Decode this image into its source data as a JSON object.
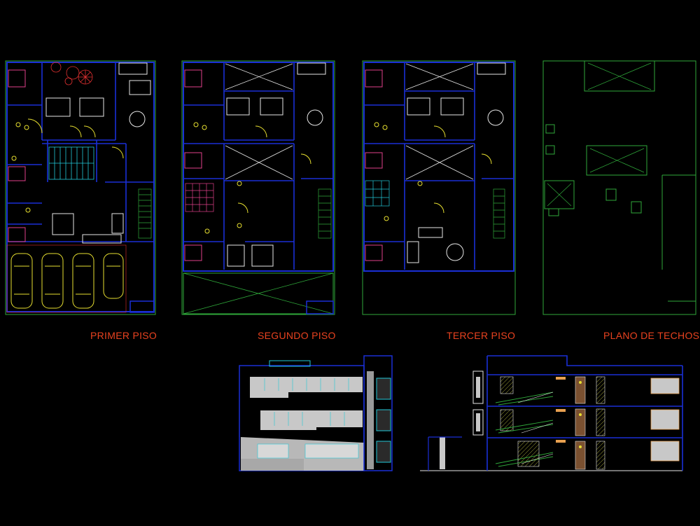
{
  "labels": {
    "primer_piso": "PRIMER PISO",
    "segundo_piso": "SEGUNDO PISO",
    "tercer_piso": "TERCER PISO",
    "plano_techos": "PLANO DE TECHOS"
  },
  "colors": {
    "background": "#000000",
    "label": "#e8421f",
    "wall": "#1a2fd6",
    "outline": "#2fa83a",
    "furniture_white": "#e6e6e6",
    "furniture_magenta": "#e0408a",
    "fixture_yellow": "#e8e030",
    "stair_cyan": "#22c8d8",
    "facade_gray": "#c8c8c8"
  }
}
